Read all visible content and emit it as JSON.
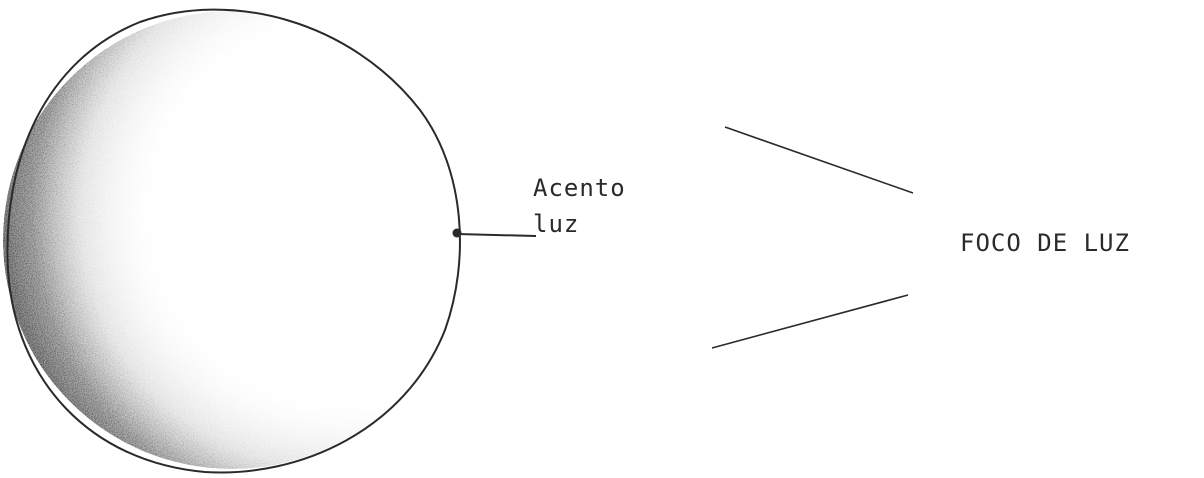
{
  "labels": {
    "highlight_line1": "Acento",
    "highlight_line2": "luz",
    "light_source": "FOCO DE LUZ"
  },
  "colors": {
    "ink": "#2a2a2a",
    "paper": "#ffffff",
    "shade": "#3a3a3a"
  }
}
